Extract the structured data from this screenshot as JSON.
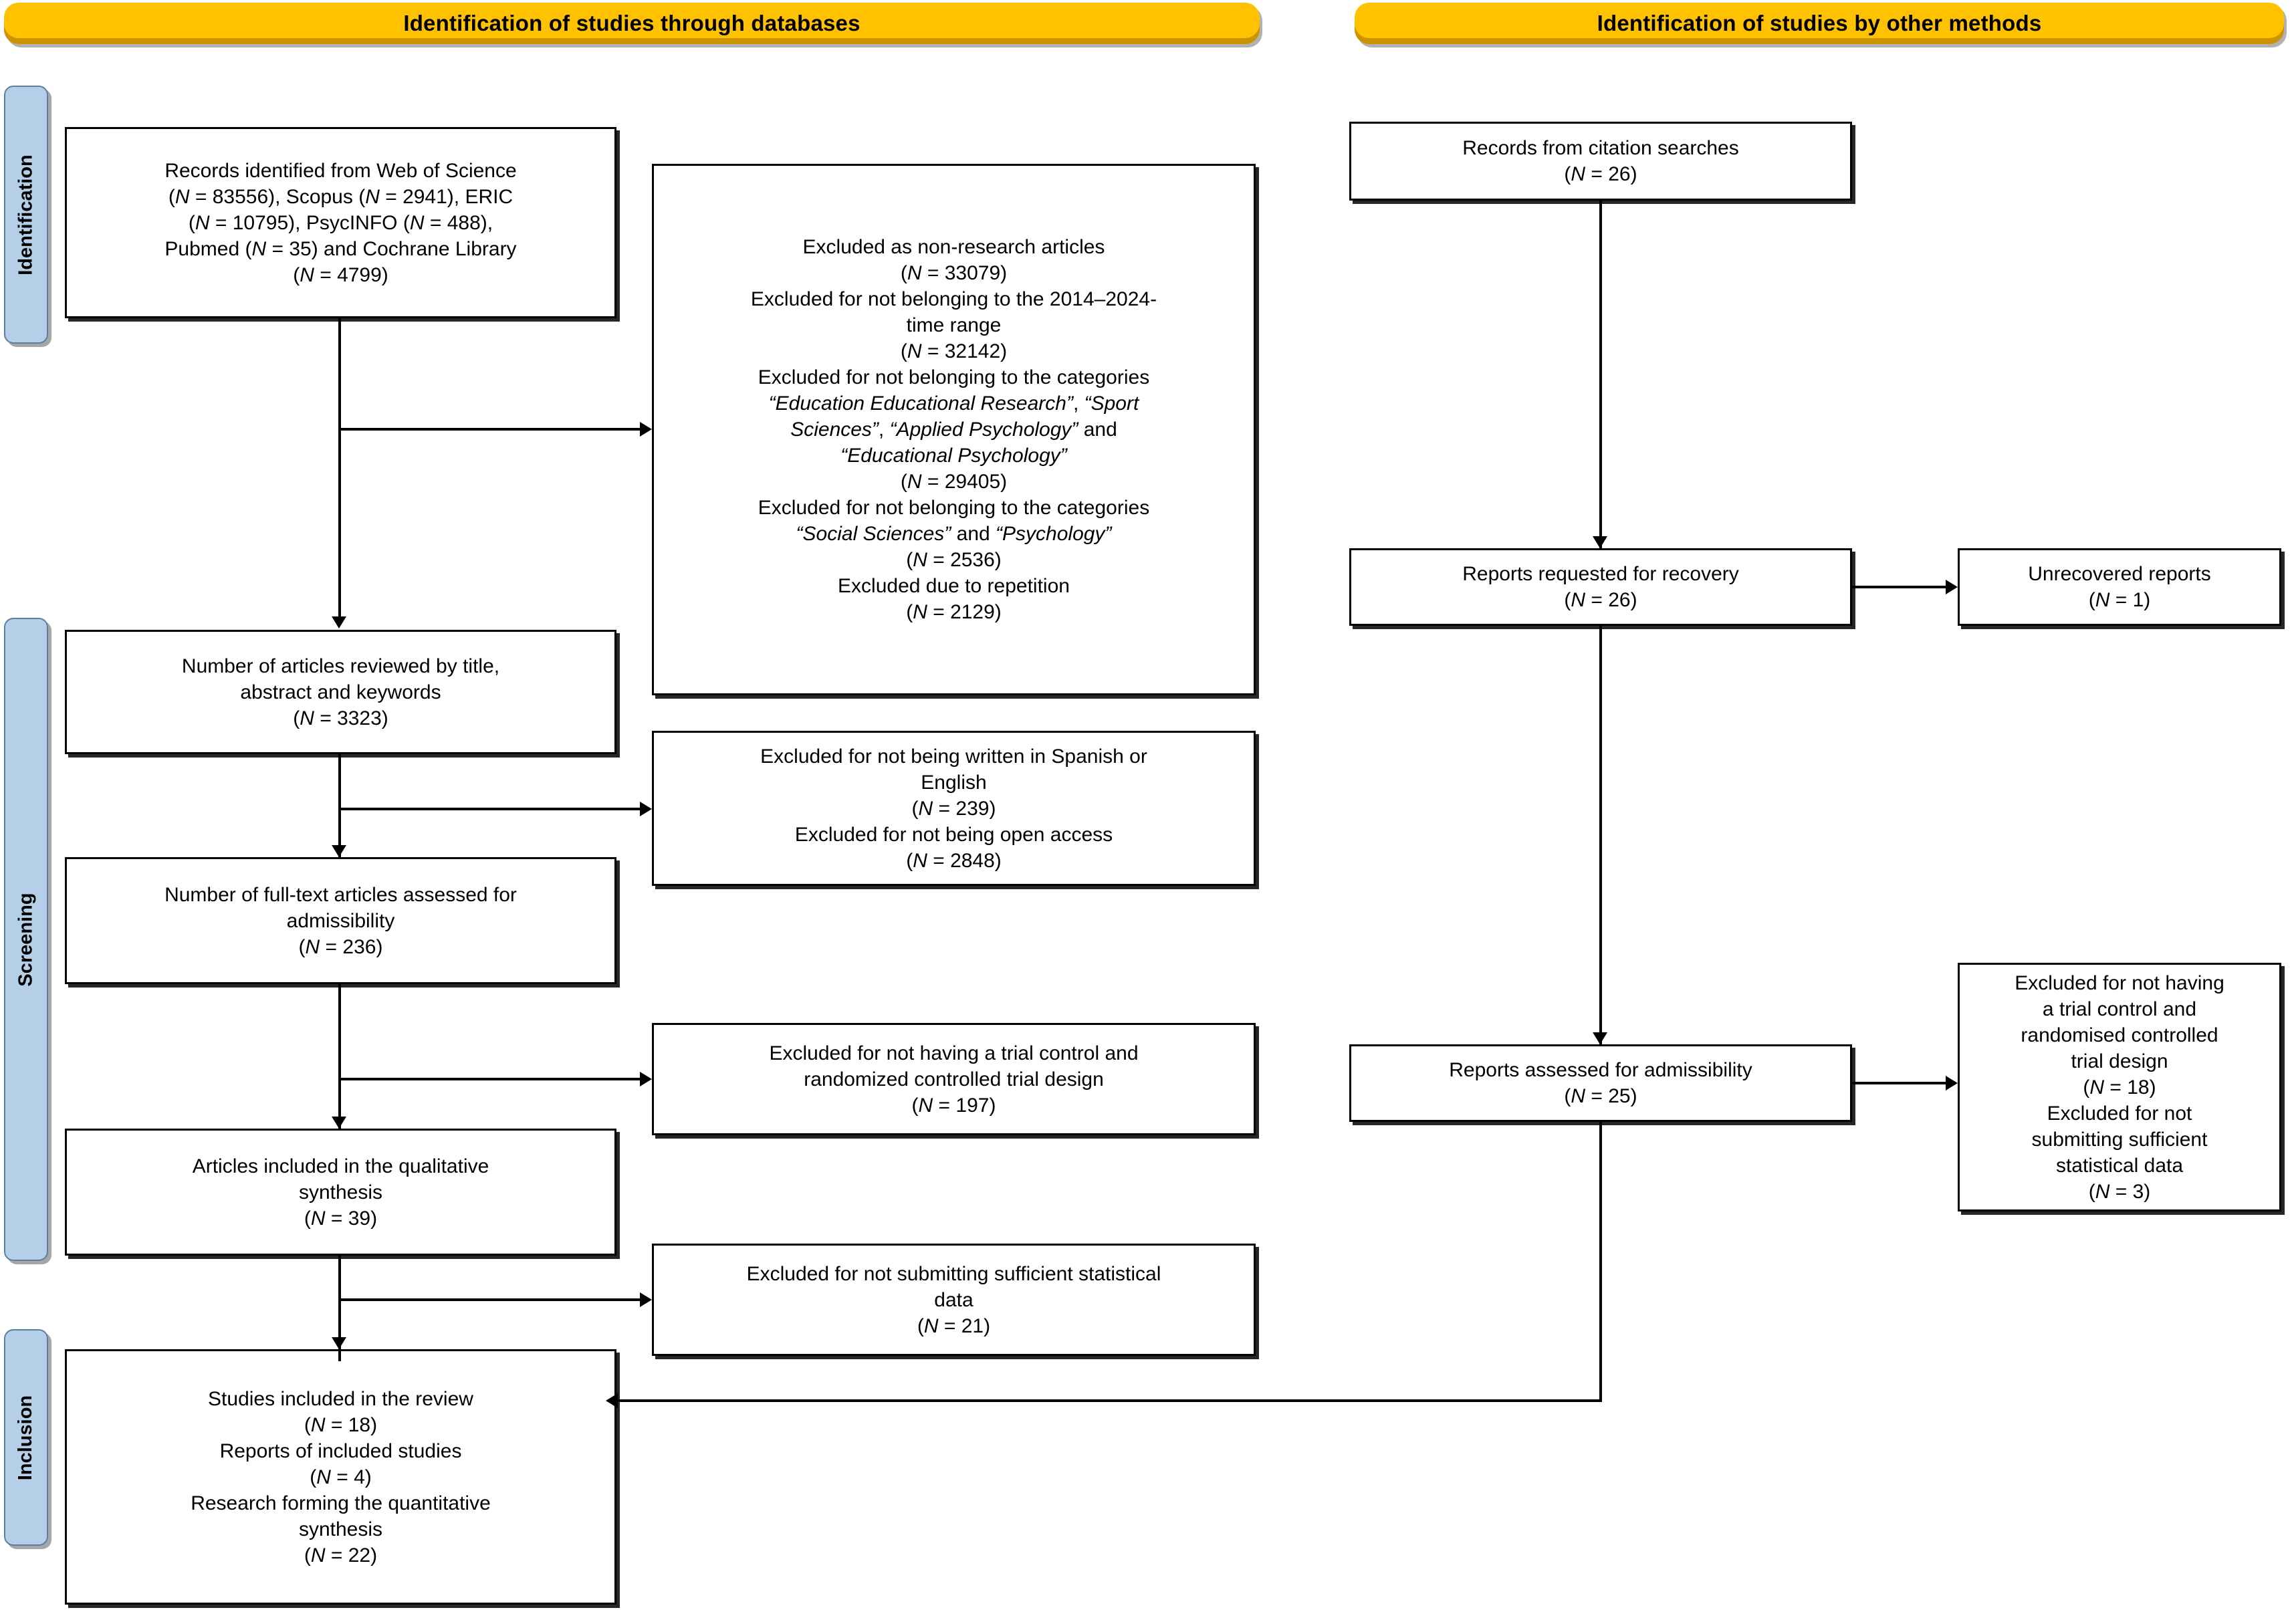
{
  "figure": {
    "type": "prisma-flow-diagram",
    "colors": {
      "phase_header_background": "#ffc200",
      "rail_background": "#b4cfe7",
      "box_border": "#000000",
      "page_background": "#ffffff"
    }
  },
  "headers": {
    "databases": "Identification of studies through databases",
    "other_methods": "Identification of studies by other methods"
  },
  "rails": {
    "identification": "Identification",
    "screening": "Screening",
    "inclusion": "Inclusion"
  },
  "databases_column": {
    "records_identified": {
      "line1": "Records identified from Web of Science",
      "line2_a": "(",
      "line2_b": "N",
      "line2_c": " = 83556), Scopus (",
      "line2_d": "N",
      "line2_e": " = 2941), ERIC",
      "line3_a": "(",
      "line3_b": "N",
      "line3_c": " = 10795), PsycINFO (",
      "line3_d": "N",
      "line3_e": " = 488),",
      "line4_a": "Pubmed (",
      "line4_b": "N",
      "line4_c": " = 35) and Cochrane Library",
      "line5_a": "(",
      "line5_b": "N",
      "line5_c": " = 4799)"
    },
    "excluded_identification": {
      "l1": "Excluded as non-research articles",
      "l2_pre": "(",
      "l2_N": "N",
      "l2_post": " = 33079)",
      "l3": "Excluded for not belonging to the 2014–2024-",
      "l4": "time range",
      "l5_pre": "(",
      "l5_N": "N",
      "l5_post": " = 32142)",
      "l6": "Excluded for not belonging to the categories",
      "l7_it1": "“Education Educational Research”",
      "l7_mid": ", ",
      "l7_it2": "“Sport",
      "l8_it1": "Sciences”",
      "l8_mid": ", ",
      "l8_it2": "“Applied Psychology”",
      "l8_end": " and",
      "l9_it": "“Educational Psychology”",
      "l10_pre": "(",
      "l10_N": "N",
      "l10_post": " = 29405)",
      "l11": "Excluded for not belonging to the categories",
      "l12_it1": "“Social Sciences”",
      "l12_mid": " and ",
      "l12_it2": "“Psychology”",
      "l13_pre": "(",
      "l13_N": "N",
      "l13_post": " = 2536)",
      "l14": "Excluded due to repetition",
      "l15_pre": "(",
      "l15_N": "N",
      "l15_post": " = 2129)"
    },
    "articles_reviewed": {
      "l1": "Number of articles reviewed by title,",
      "l2": "abstract and keywords",
      "l3_pre": "(",
      "l3_N": "N",
      "l3_post": " = 3323)"
    },
    "excluded_language_access": {
      "l1": "Excluded for not being written in Spanish or",
      "l2": "English",
      "l3_pre": "(",
      "l3_N": "N",
      "l3_post": " = 239)",
      "l4": "Excluded for not being open access",
      "l5_pre": "(",
      "l5_N": "N",
      "l5_post": " = 2848)"
    },
    "fulltext_assessed": {
      "l1": "Number of full-text articles assessed for",
      "l2": "admissibility",
      "l3_pre": "(",
      "l3_N": "N",
      "l3_post": " = 236)"
    },
    "excluded_design": {
      "l1": "Excluded for not having a trial control and",
      "l2": "randomized controlled trial design",
      "l3_pre": "(",
      "l3_N": "N",
      "l3_post": " = 197)"
    },
    "qualitative_synthesis": {
      "l1": "Articles included in the qualitative",
      "l2": "synthesis",
      "l3_pre": "(",
      "l3_N": "N",
      "l3_post": " = 39)"
    },
    "excluded_statistics": {
      "l1": "Excluded for not submitting sufficient statistical",
      "l2": "data",
      "l3_pre": "(",
      "l3_N": "N",
      "l3_post": " = 21)"
    },
    "studies_included": {
      "l1": "Studies included in the review",
      "l2_pre": "(",
      "l2_N": "N",
      "l2_post": " = 18)",
      "l3": "Reports of included studies",
      "l4_pre": "(",
      "l4_N": "N",
      "l4_post": " = 4)",
      "l5": "Research forming the quantitative",
      "l6": "synthesis",
      "l7_pre": "(",
      "l7_N": "N",
      "l7_post": " = 22)"
    }
  },
  "other_methods_column": {
    "records_citation": {
      "l1": "Records from citation searches",
      "l2_pre": "(",
      "l2_N": "N",
      "l2_post": " = 26)"
    },
    "reports_requested": {
      "l1": "Reports requested for recovery",
      "l2_pre": "(",
      "l2_N": "N",
      "l2_post": " = 26)"
    },
    "unrecovered_reports": {
      "l1": "Unrecovered reports",
      "l2_pre": "(",
      "l2_N": "N",
      "l2_post": " = 1)"
    },
    "reports_assessed": {
      "l1": "Reports assessed for admissibility",
      "l2_pre": "(",
      "l2_N": "N",
      "l2_post": " = 25)"
    },
    "excluded_other": {
      "l1": "Excluded for not having",
      "l2": "a trial control and",
      "l3": "randomised controlled",
      "l4": "trial design",
      "l5_pre": "(",
      "l5_N": "N",
      "l5_post": " = 18)",
      "l6": "Excluded for not",
      "l7": "submitting sufficient",
      "l8": "statistical data",
      "l9_pre": "(",
      "l9_N": "N",
      "l9_post": " = 3)"
    }
  }
}
